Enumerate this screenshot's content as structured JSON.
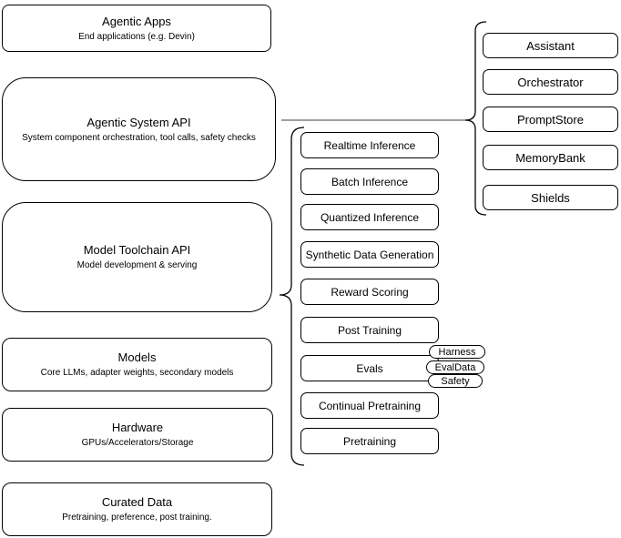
{
  "left_stack": [
    {
      "title": "Agentic Apps",
      "subtitle": "End applications (e.g. Devin)"
    },
    {
      "title": "Agentic System API",
      "subtitle": "System component orchestration, tool calls, safety checks"
    },
    {
      "title": "Model Toolchain API",
      "subtitle": "Model development & serving"
    },
    {
      "title": "Models",
      "subtitle": "Core LLMs, adapter weights, secondary models"
    },
    {
      "title": "Hardware",
      "subtitle": "GPUs/Accelerators/Storage"
    },
    {
      "title": "Curated Data",
      "subtitle": "Pretraining, preference, post training."
    }
  ],
  "toolchain_items": [
    "Realtime Inference",
    "Batch Inference",
    "Quantized Inference",
    "Synthetic Data Generation",
    "Reward Scoring",
    "Post Training",
    "Evals",
    "Continual Pretraining",
    "Pretraining"
  ],
  "eval_tags": [
    "Harness",
    "EvalData",
    "Safety"
  ],
  "system_components": [
    "Assistant",
    "Orchestrator",
    "PromptStore",
    "MemoryBank",
    "Shields"
  ],
  "colors": {
    "shape_stroke": "#000000",
    "connector": "#666666",
    "fill": "#ffffff",
    "text": "#000000"
  }
}
